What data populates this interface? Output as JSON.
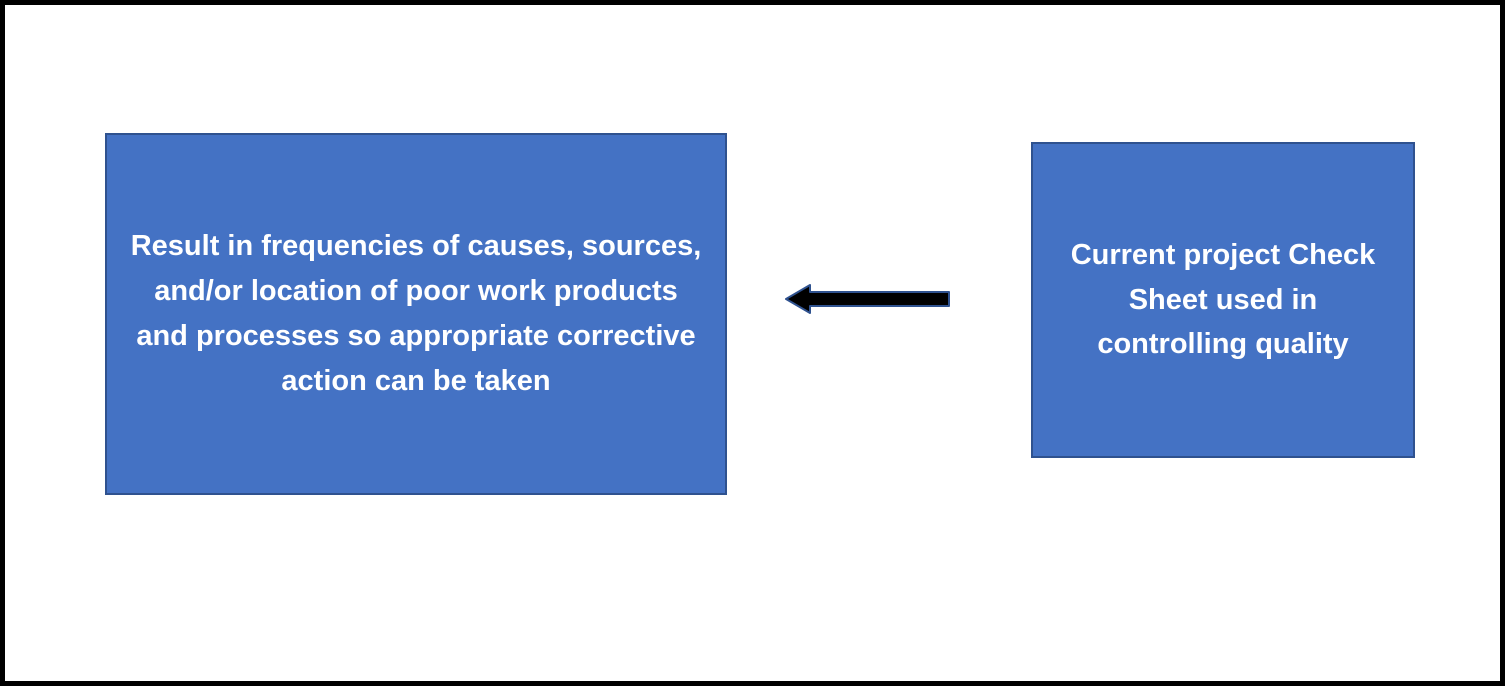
{
  "diagram": {
    "left_box": {
      "text": "Result in frequencies of causes, sources, and/or location of poor work products and processes so appropriate corrective action can be taken"
    },
    "right_box": {
      "text": "Current project Check Sheet used in controlling quality"
    },
    "arrow": {
      "direction": "left",
      "from": "right_box",
      "to": "left_box"
    },
    "colors": {
      "box_fill": "#4472C4",
      "box_border": "#2F528F",
      "arrow_fill": "#000000",
      "arrow_border": "#2F528F",
      "text": "#FFFFFF",
      "frame_border": "#000000",
      "background": "#FFFFFF"
    }
  }
}
